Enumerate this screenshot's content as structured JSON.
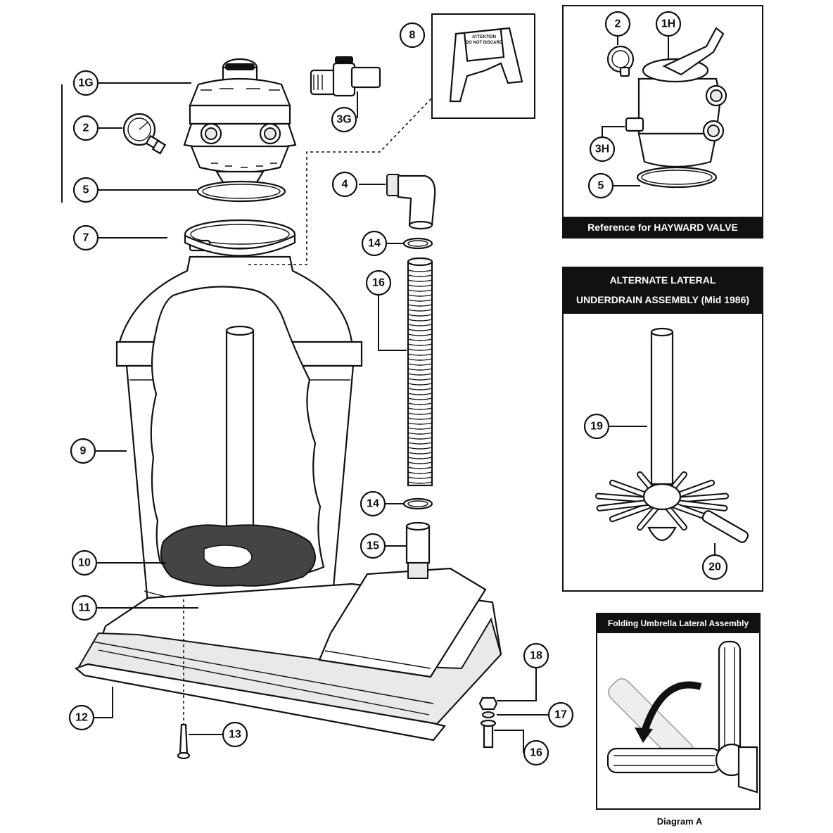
{
  "callouts": {
    "c1G": "1G",
    "c2_main": "2",
    "c5_main": "5",
    "c7": "7",
    "c8": "8",
    "c3G": "3G",
    "c4": "4",
    "c14_top": "14",
    "c16_hose": "16",
    "c9": "9",
    "c14_bottom": "14",
    "c15": "15",
    "c10": "10",
    "c11": "11",
    "c12": "12",
    "c13": "13",
    "c18": "18",
    "c17": "17",
    "c16_bolt": "16",
    "c2_hayward": "2",
    "c1H": "1H",
    "c3H": "3H",
    "c5_hayward": "5",
    "c19": "19",
    "c20": "20"
  },
  "panels": {
    "hayward_caption": "Reference for HAYWARD VALVE",
    "alternate_title_line1": "ALTERNATE LATERAL",
    "alternate_title_line2": "UNDERDRAIN ASSEMBLY  (Mid 1986)",
    "umbrella_title": "Folding Umbrella Lateral Assembly",
    "diagram_caption": "Diagram A"
  },
  "sign": {
    "line1": "ATTENTION",
    "line2": "DO NOT DISCARD"
  }
}
